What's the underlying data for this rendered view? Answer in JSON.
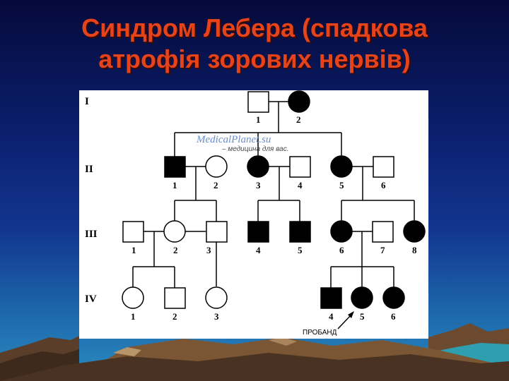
{
  "title": {
    "line1": "Синдром Лебера (спадкова",
    "line2": "атрофія зорових нервів)"
  },
  "pedigree": {
    "generations": [
      "I",
      "II",
      "III",
      "IV"
    ],
    "individuals": {
      "I": [
        {
          "n": "1",
          "sex": "male",
          "affected": false
        },
        {
          "n": "2",
          "sex": "female",
          "affected": true
        }
      ],
      "II": [
        {
          "n": "1",
          "sex": "male",
          "affected": true
        },
        {
          "n": "2",
          "sex": "female",
          "affected": false
        },
        {
          "n": "3",
          "sex": "female",
          "affected": true
        },
        {
          "n": "4",
          "sex": "male",
          "affected": false
        },
        {
          "n": "5",
          "sex": "female",
          "affected": true
        },
        {
          "n": "6",
          "sex": "male",
          "affected": false
        }
      ],
      "III": [
        {
          "n": "1",
          "sex": "male",
          "affected": false
        },
        {
          "n": "2",
          "sex": "female",
          "affected": false
        },
        {
          "n": "3",
          "sex": "male",
          "affected": false
        },
        {
          "n": "4",
          "sex": "male",
          "affected": true
        },
        {
          "n": "5",
          "sex": "male",
          "affected": true
        },
        {
          "n": "6",
          "sex": "female",
          "affected": true
        },
        {
          "n": "7",
          "sex": "male",
          "affected": false
        },
        {
          "n": "8",
          "sex": "female",
          "affected": true
        }
      ],
      "IV": [
        {
          "n": "1",
          "sex": "female",
          "affected": false
        },
        {
          "n": "2",
          "sex": "male",
          "affected": false
        },
        {
          "n": "3",
          "sex": "female",
          "affected": false
        },
        {
          "n": "4",
          "sex": "male",
          "affected": true
        },
        {
          "n": "5",
          "sex": "female",
          "affected": true
        },
        {
          "n": "6",
          "sex": "female",
          "affected": true
        }
      ]
    },
    "proband_label": "ПРОБАНД",
    "watermark": {
      "site": "MedicalPlanet.su",
      "tagline": "– медицина для вас."
    }
  },
  "colors": {
    "title": "#e5431c",
    "affected": "#000000",
    "unaffected": "#ffffff"
  }
}
